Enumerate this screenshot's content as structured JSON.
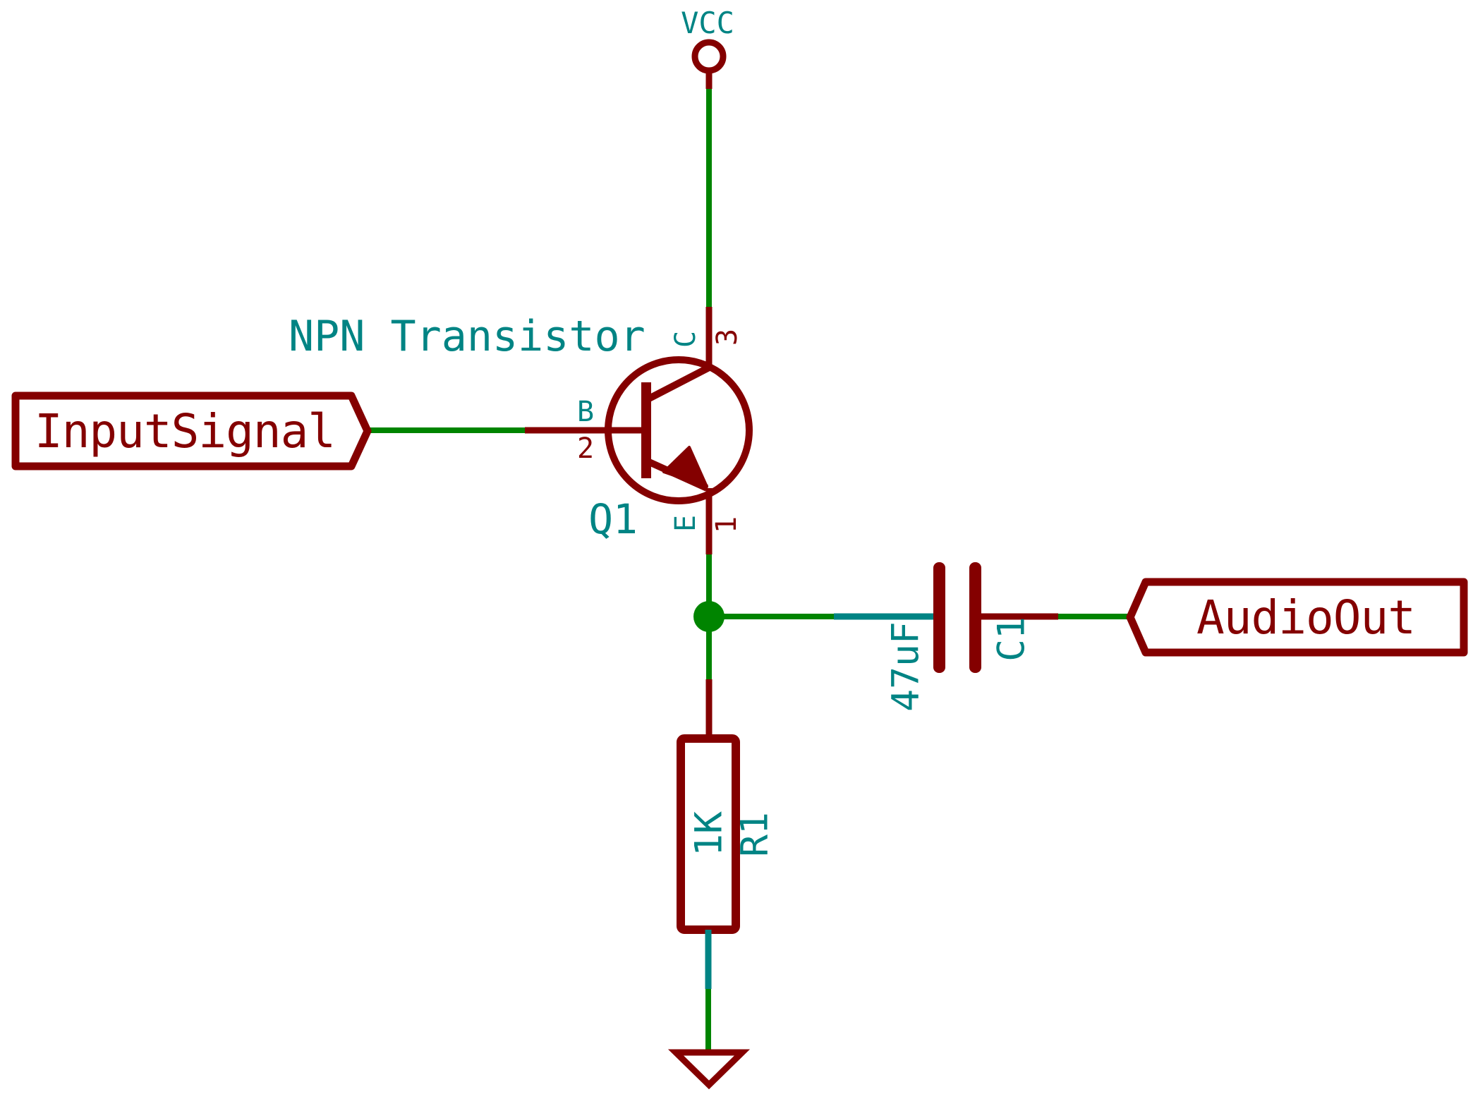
{
  "colors": {
    "component_body": "#840000",
    "wire_green": "#008400",
    "field_teal": "#008484",
    "background": "#ffffff"
  },
  "power": {
    "vcc": "VCC"
  },
  "net_labels": {
    "input": "InputSignal",
    "output": "AudioOut"
  },
  "transistor": {
    "ref": "Q1",
    "value": "NPN Transistor",
    "pins": {
      "base": {
        "name": "B",
        "number": "2"
      },
      "collector": {
        "name": "C",
        "number": "3"
      },
      "emitter": {
        "name": "E",
        "number": "1"
      }
    }
  },
  "resistor": {
    "ref": "R1",
    "value": "1K"
  },
  "capacitor": {
    "ref": "C1",
    "value": "47uF"
  }
}
